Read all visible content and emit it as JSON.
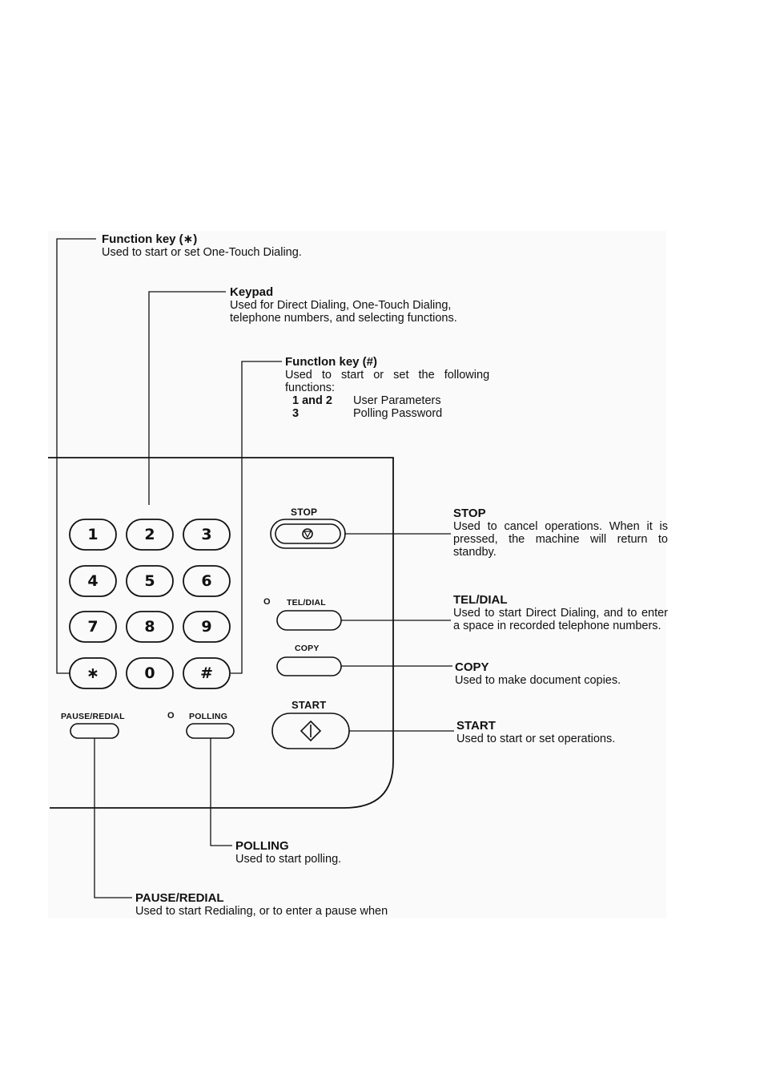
{
  "callouts": {
    "func_star": {
      "title": "Function key (∗)",
      "desc": "Used to start or set One-Touch Dialing."
    },
    "keypad": {
      "title": "Keypad",
      "desc1": "Used for Direct Dialing, One-Touch Dialing,",
      "desc2": "telephone numbers, and selecting functions."
    },
    "func_hash": {
      "title": "Functlon key (#)",
      "desc1": "Used to start or set the following",
      "desc2": "functions:",
      "rows": [
        {
          "key": "1 and 2",
          "value": "User Parameters"
        },
        {
          "key": "3",
          "value": "Polling Password"
        }
      ]
    },
    "stop": {
      "title": "STOP",
      "desc": "Used to cancel operations. When it is pressed, the machine will return to standby."
    },
    "tel_dial": {
      "title": "TEL/DIAL",
      "desc": "Used to start Direct Dialing, and to enter a space in recorded telephone numbers."
    },
    "copy": {
      "title": "COPY",
      "desc": "Used to make document copies."
    },
    "start": {
      "title": "START",
      "desc": "Used to start or set operations."
    },
    "polling": {
      "title": "POLLING",
      "desc": "Used to start polling."
    },
    "pause_redial": {
      "title": "PAUSE/REDIAL",
      "desc": "Used to start Redialing, or to enter a pause when"
    }
  },
  "panel": {
    "keypad_keys": [
      "1",
      "2",
      "3",
      "4",
      "5",
      "6",
      "7",
      "8",
      "9",
      "∗",
      "0",
      "#"
    ],
    "labels": {
      "stop": "STOP",
      "tel_dial": "TEL/DIAL",
      "copy": "COPY",
      "start": "START",
      "pause_redial": "PAUSE/REDIAL",
      "polling": "POLLING",
      "indicator": "O"
    }
  }
}
